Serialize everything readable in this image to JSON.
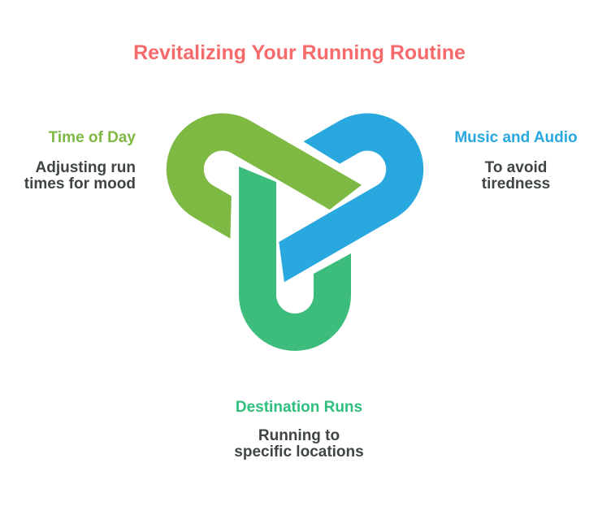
{
  "title": {
    "text": "Revitalizing Your Running Routine",
    "color": "#F66A6B"
  },
  "sections": {
    "left": {
      "heading": "Time of Day",
      "heading_color": "#7EB943",
      "line1": "Adjusting run",
      "line2": "times for mood"
    },
    "right": {
      "heading": "Music and Audio",
      "heading_color": "#29A8E0",
      "line1": "To avoid",
      "line2": "tiredness"
    },
    "bottom": {
      "heading": "Destination Runs",
      "heading_color": "#2FBF7E",
      "line1": "Running to",
      "line2": "specific locations"
    }
  },
  "logo": {
    "icon": "triple-hairpin-knot",
    "colors": {
      "lime": "#7EB943",
      "blue": "#29A8E0",
      "green": "#3CBD7B"
    }
  },
  "body_text_color": "#3F4445"
}
